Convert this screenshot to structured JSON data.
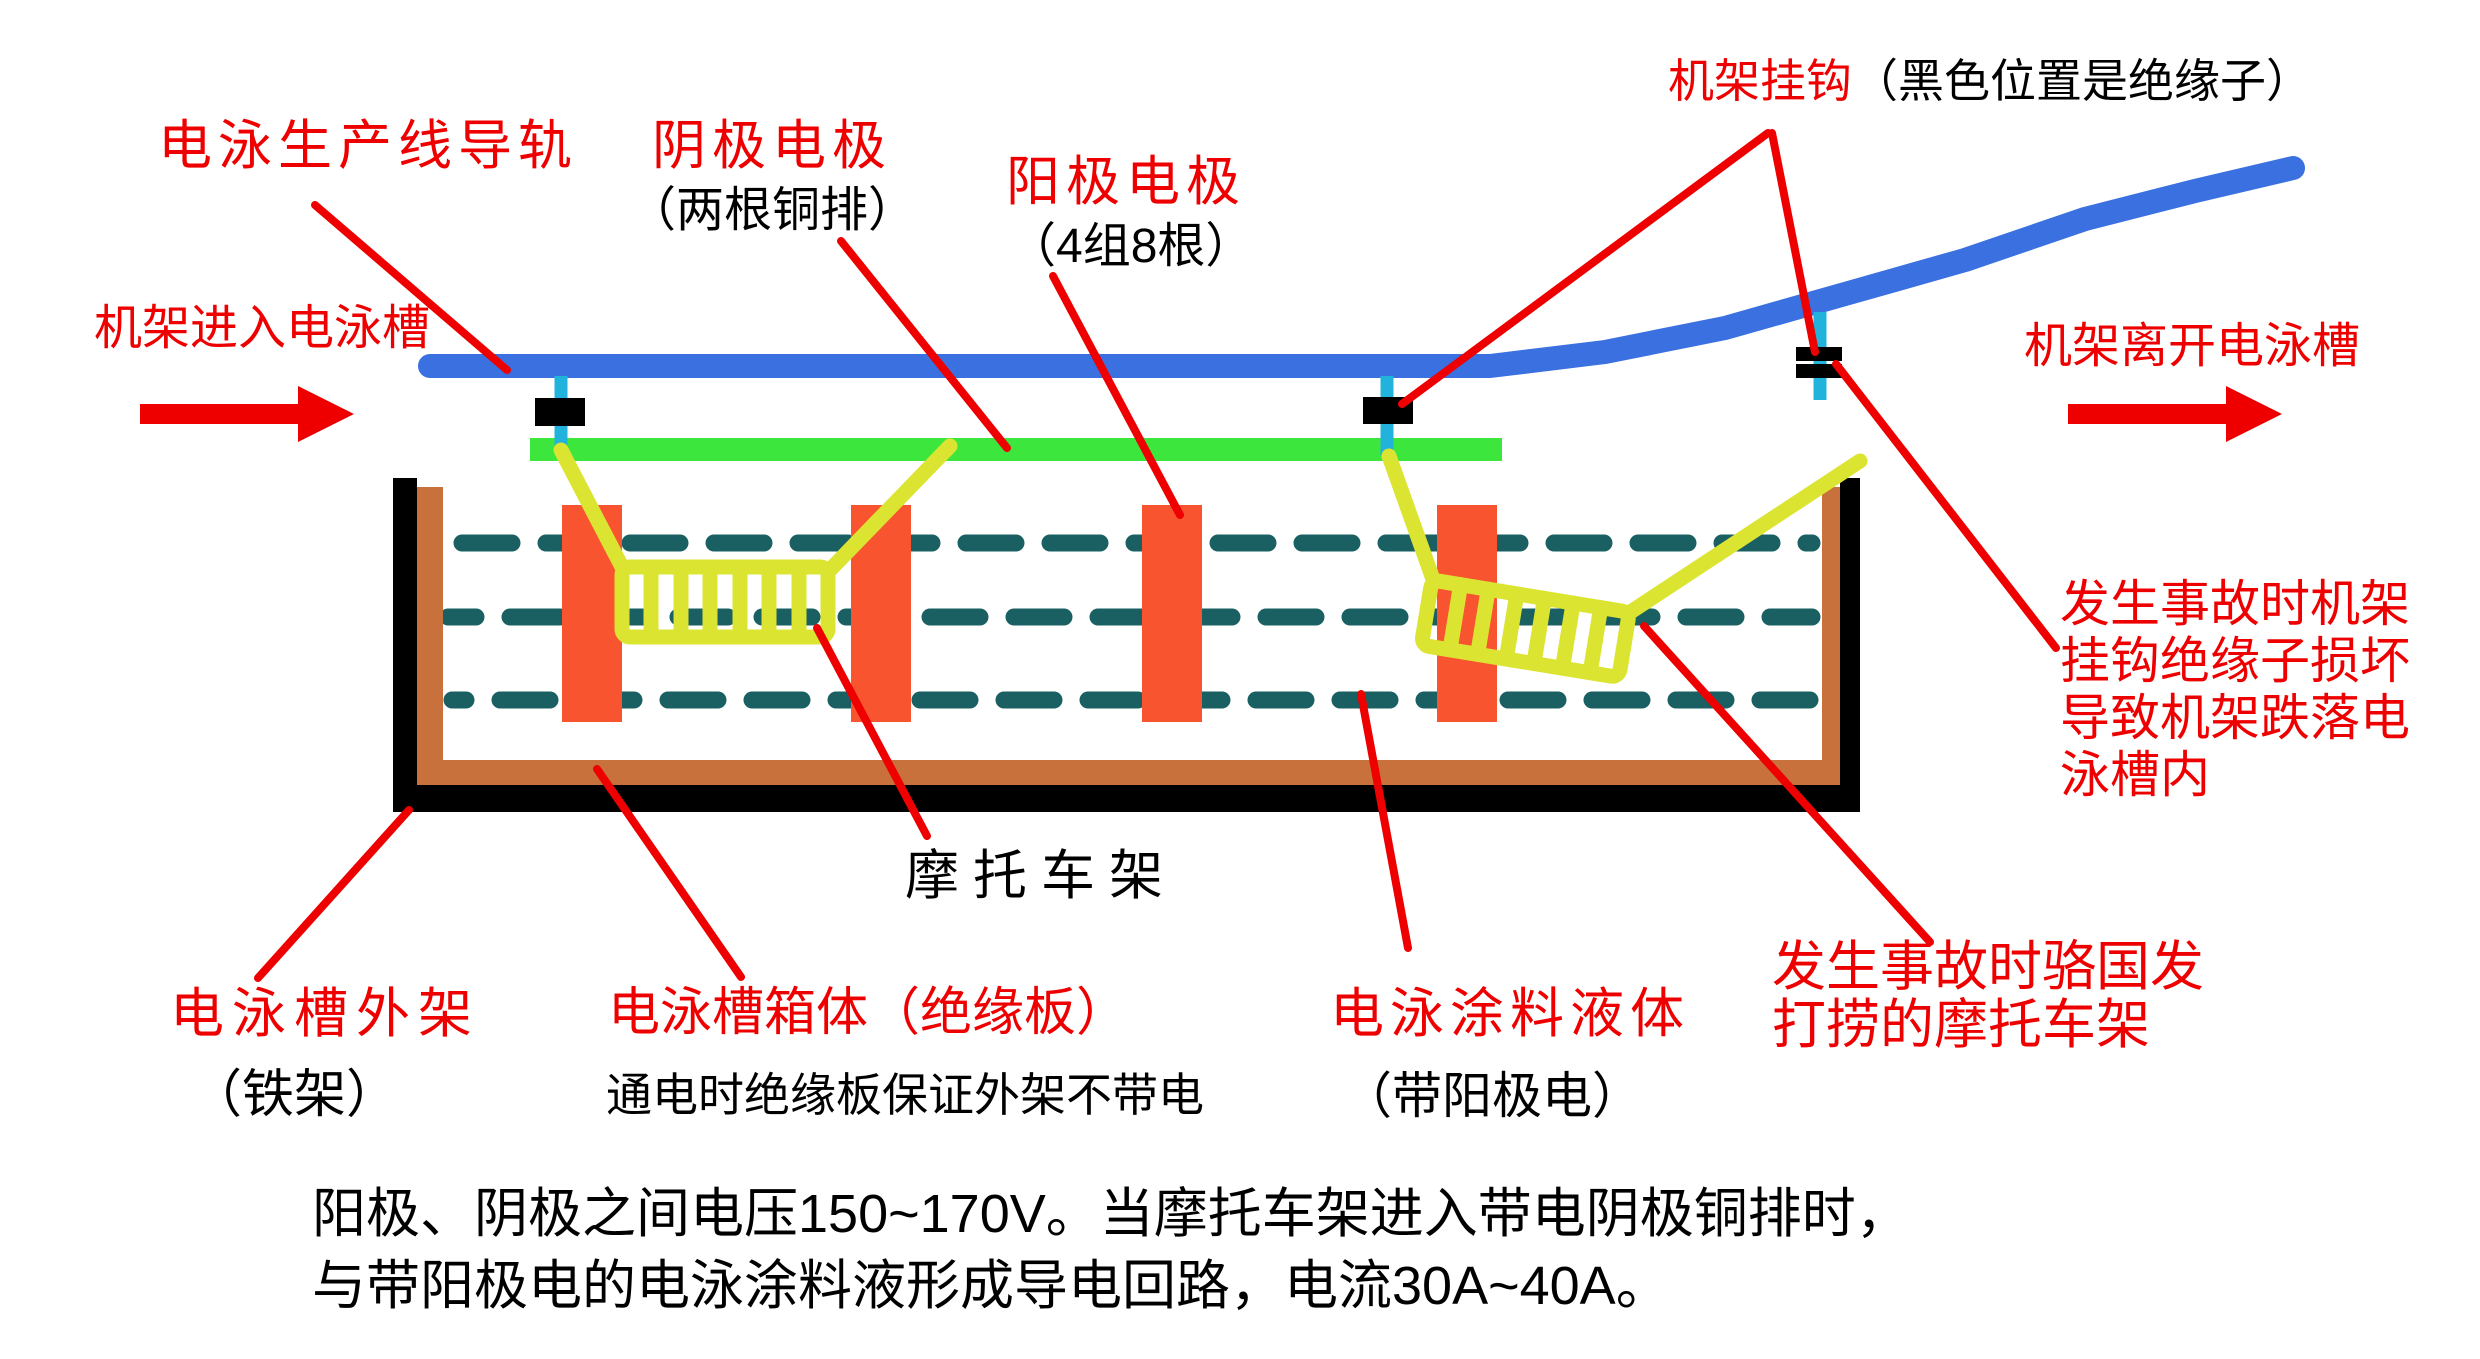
{
  "colors": {
    "red": "#ee0000",
    "blue_rail": "#3a70e0",
    "green_bar": "#3ce63c",
    "cyan_rod": "#22b3dd",
    "yellow_frame": "#dce432",
    "orange_anode": "#f85430",
    "brown_tank": "#c9713d",
    "teal_liquid": "#1a5f61",
    "black": "#000000"
  },
  "labels": {
    "rail": "电泳生产线导轨",
    "cathode": "阴极电极",
    "cathode_sub": "（两根铜排）",
    "anode": "阳极电极",
    "anode_sub": "（4组8根）",
    "hook": "机架挂钩",
    "hook_sub": "（黑色位置是绝缘子）",
    "enter": "机架进入电泳槽",
    "exit": "机架离开电泳槽",
    "accident_right": {
      "0": "发生事故时机架",
      "1": "挂钩绝缘子损坏",
      "2": "导致机架跌落电",
      "3": "泳槽内"
    },
    "moto_frame": "摩托车架",
    "outer_frame": "电泳槽外架",
    "outer_frame_sub": "（铁架）",
    "tank_body": "电泳槽箱体（绝缘板）",
    "tank_body_sub": "通电时绝缘板保证外架不带电",
    "paint": "电泳涂料液体",
    "paint_sub": "（带阳极电）",
    "salvage": {
      "0": "发生事故时骆国发",
      "1": "打捞的摩托车架"
    },
    "bottom": {
      "0": "阳极、阴极之间电压150~170V。当摩托车架进入带电阴极铜排时，",
      "1": "与带阳极电的电泳涂料液形成导电回路，电流30A~40A。"
    }
  }
}
